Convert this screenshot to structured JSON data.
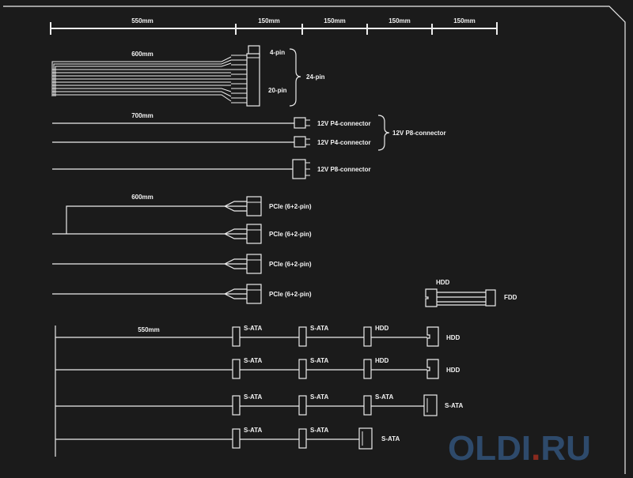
{
  "colors": {
    "background": "#1b1b1b",
    "line": "#ececec",
    "watermark_oldi": "#2e4a6b",
    "watermark_dot": "#8a2a1e",
    "watermark_ru": "#2e4a6b"
  },
  "scale": {
    "segments": [
      "550mm",
      "150mm",
      "150mm",
      "150mm",
      "150mm"
    ]
  },
  "atx": {
    "length": "600mm",
    "top_label": "4-pin",
    "bottom_label": "20-pin",
    "group_label": "24-pin"
  },
  "cpu": {
    "length": "700mm",
    "cable_labels": [
      "12V P4-connector",
      "12V P4-connector",
      "12V P8-connector"
    ],
    "group_label": "12V P8-connector"
  },
  "pcie": {
    "length": "600mm",
    "labels": [
      "PCIe (6+2-pin)",
      "PCIe (6+2-pin)",
      "PCIe (6+2-pin)",
      "PCIe (6+2-pin)"
    ]
  },
  "fdd_adapter": {
    "left_label": "HDD",
    "right_label": "FDD"
  },
  "peripheral": {
    "length": "550mm",
    "rows": [
      {
        "labels": [
          "S-ATA",
          "S-ATA",
          "HDD"
        ],
        "end": "HDD"
      },
      {
        "labels": [
          "S-ATA",
          "S-ATA",
          "HDD"
        ],
        "end": "HDD"
      },
      {
        "labels": [
          "S-ATA",
          "S-ATA",
          "S-ATA"
        ],
        "end": "S-ATA"
      },
      {
        "labels": [
          "S-ATA",
          "S-ATA"
        ],
        "end": "S-ATA"
      }
    ]
  },
  "watermark": {
    "part1": "OLDI",
    "part2": ".",
    "part3": "RU"
  }
}
